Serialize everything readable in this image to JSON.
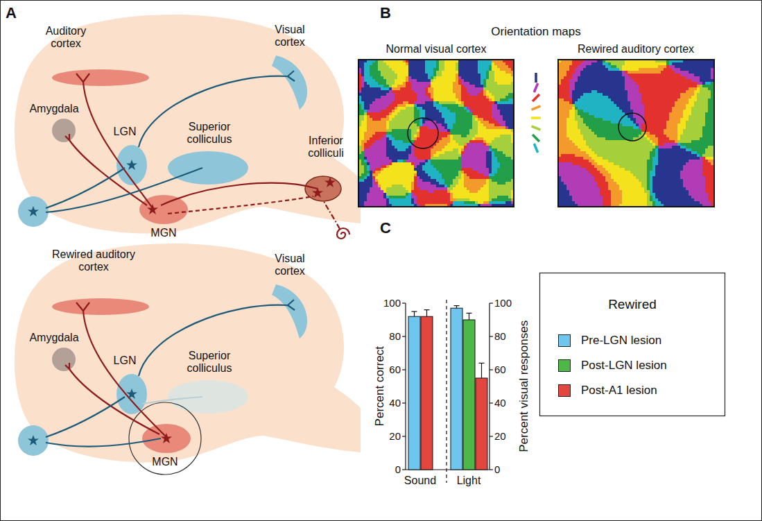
{
  "diagram": {
    "labels": [
      "A",
      "Auditory cortex",
      "Visual cortex",
      "Amygdala",
      "LGN",
      "Superior colliculus",
      "Inferior colliculi",
      "MGN",
      "Rewired auditory cortex",
      "Visual cortex",
      "Amygdala",
      "LGN",
      "Superior colliculus",
      "MGN",
      "B",
      "Orientation maps",
      "Normal visual cortex",
      "Rewired auditory cortex",
      "C",
      "100",
      "80",
      "60",
      "40",
      "20",
      "0",
      "100",
      "80",
      "60",
      "40",
      "20",
      "0",
      "Percent correct",
      "Percent visual responses",
      "Sound",
      "Light",
      "Rewired"
    ],
    "legend": [
      {
        "text": "Pre-LGN lesion",
        "color": "#6ec6ee"
      },
      {
        "text": "Post-LGN lesion",
        "color": "#4db848"
      },
      {
        "text": "Post-A1 lesion",
        "color": "#e2463f"
      }
    ]
  }
}
